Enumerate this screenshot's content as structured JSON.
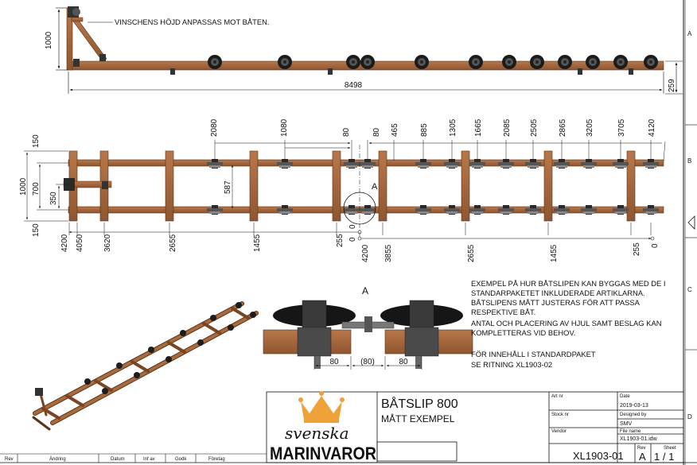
{
  "title_block": {
    "title": "BÅTSLIP 800",
    "subtitle": "MÅTT EXEMPEL",
    "brand_script": "svenska",
    "brand_name": "MARINVAROR",
    "art_nr_label": "Art nr",
    "stock_nr_label": "Stock nr",
    "vendor_label": "Vendor",
    "date_label": "Date",
    "date": "2019-03-13",
    "designed_by_label": "Designed by",
    "designed_by": "SMV",
    "file_name_label": "File name",
    "file_name": "XL1903-01.idw",
    "drawing_no": "XL1903-01",
    "rev_label": "Rev",
    "rev": "A",
    "sheet_label": "Sheet",
    "sheet": "1 / 1"
  },
  "revision_table": {
    "columns": [
      "Rev",
      "Ändring",
      "Datum",
      "Inf av",
      "Godk",
      "Företag"
    ]
  },
  "zones": {
    "right": [
      "A",
      "B",
      "C",
      "D"
    ]
  },
  "side_view": {
    "note": "VINSCHENS HÖJD ANPASSAS MOT BÅTEN.",
    "height": "1000",
    "length": "8498",
    "right_height": "259"
  },
  "plan_view": {
    "top_dims": [
      "2080",
      "1080",
      "80",
      "80",
      "465",
      "885",
      "1305",
      "1665",
      "2085",
      "2505",
      "2865",
      "3205",
      "3705",
      "4120"
    ],
    "left_dims": [
      "150",
      "700",
      "1000",
      "350",
      "587",
      "150"
    ],
    "bottom_left": [
      "4200",
      "4050",
      "3620",
      "2655",
      "1455",
      "255",
      "0"
    ],
    "bottom_right": [
      "0",
      "4200",
      "3855",
      "2655",
      "1455",
      "255",
      "0"
    ],
    "detail_marker": "A"
  },
  "detail": {
    "label": "A",
    "dims": [
      "80",
      "(80)",
      "80"
    ]
  },
  "notes": [
    "EXEMPEL PÅ HUR BÅTSLIPEN KAN BYGGAS MED DE I",
    "STANDARPAKETET INKLUDERADE ARTIKLARNA.",
    "BÅTSLIPENS MÅTT JUSTERAS FÖR ATT PASSA",
    "RESPEKTIVE BÅT.",
    "ANTAL OCH PLACERING AV HJUL SAMT BESLAG KAN",
    "KOMPLETTERAS VID BEHOV.",
    "",
    "FÖR INNEHÅLL I STANDARDPAKET",
    "SE RITNING XL1903-02"
  ]
}
